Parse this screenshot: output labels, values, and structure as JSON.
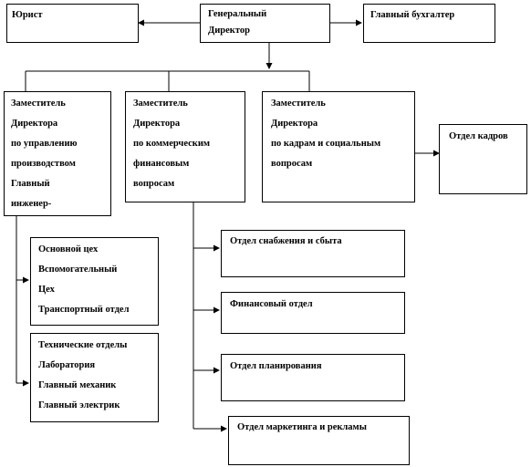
{
  "nodes": {
    "lawyer": {
      "lines": [
        "Юрист"
      ]
    },
    "ceo": {
      "lines": [
        "Генеральный",
        "Директор"
      ]
    },
    "chief_accountant": {
      "lines": [
        "Главный бухгалтер"
      ]
    },
    "deputy_production": {
      "lines": [
        "Заместитель",
        "Директора",
        "по управлению",
        "производством",
        "Главный",
        "инженер-"
      ]
    },
    "deputy_commercial": {
      "lines": [
        "Заместитель",
        "Директора",
        "по коммерческим",
        "финансовым",
        "вопросам"
      ]
    },
    "deputy_hr": {
      "lines": [
        "Заместитель",
        "Директора",
        "по кадрам и социальным",
        "вопросам"
      ]
    },
    "hr_department": {
      "lines": [
        "Отдел кадров"
      ]
    },
    "production_units": {
      "lines": [
        "Основной цех",
        "Вспомогательный",
        "Цех",
        "Транспортный отдел"
      ]
    },
    "technical_units": {
      "lines": [
        "Технические отделы",
        "Лаборатория",
        "Главный механик",
        "Главный электрик"
      ]
    },
    "supply_sales": {
      "lines": [
        "Отдел снабжения и сбыта"
      ]
    },
    "finance": {
      "lines": [
        "Финансовый отдел"
      ]
    },
    "planning": {
      "lines": [
        "Отдел планирования"
      ]
    },
    "marketing": {
      "lines": [
        "Отдел маркетинга и рекламы"
      ]
    }
  }
}
